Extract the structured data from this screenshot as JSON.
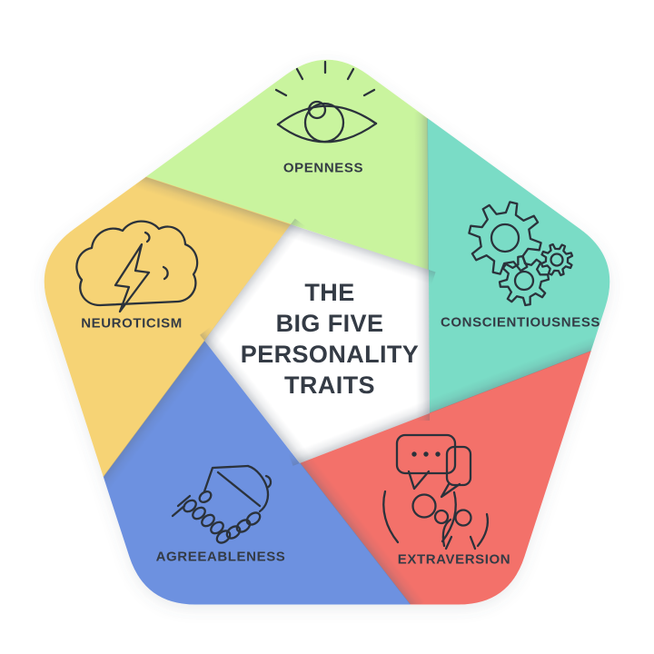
{
  "diagram": {
    "title_lines": [
      "THE",
      "BIG FIVE",
      "PERSONALITY",
      "TRAITS"
    ]
  },
  "traits": [
    {
      "label": "OPENNESS",
      "color": "#c9f49e",
      "icon": "eye-icon"
    },
    {
      "label": "CONSCIENTIOUSNESS",
      "color": "#7adcc6",
      "icon": "gears-icon"
    },
    {
      "label": "EXTRAVERSION",
      "color": "#f3716a",
      "icon": "speech-people-icon"
    },
    {
      "label": "AGREEABLENESS",
      "color": "#6d91e0",
      "icon": "handshake-icon"
    },
    {
      "label": "NEUROTICISM",
      "color": "#f6d374",
      "icon": "storm-cloud-icon"
    }
  ],
  "colors": {
    "background": "#ffffff",
    "center_fill": "#ffffff",
    "text": "#343b45",
    "icon_stroke": "#2b323b"
  }
}
